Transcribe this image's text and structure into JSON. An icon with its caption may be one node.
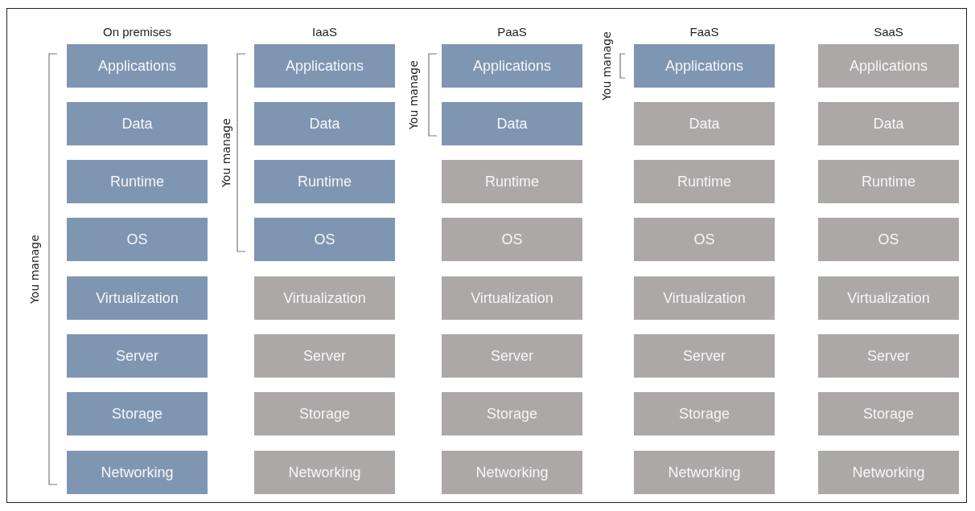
{
  "diagram": {
    "nodes": [
      {
        "text": [
          "Applications"
        ]
      },
      {
        "text": [
          "Data"
        ]
      },
      {
        "text": [
          "Runtime"
        ]
      },
      {
        "text": [
          "OS"
        ]
      },
      {
        "text": [
          "Virtualization"
        ]
      },
      {
        "text": [
          "Server"
        ]
      },
      {
        "text": [
          "Storage"
        ]
      },
      {
        "text": [
          "Networking"
        ]
      },
      {
        "text": [
          "Applications"
        ]
      },
      {
        "text": [
          "Data"
        ]
      },
      {
        "text": [
          "Runtime"
        ]
      },
      {
        "text": [
          "OS"
        ]
      },
      {
        "text": [
          "Virtualization"
        ]
      },
      {
        "text": [
          "Server"
        ]
      },
      {
        "text": [
          "Storage"
        ]
      },
      {
        "text": [
          "Networking"
        ]
      },
      {
        "text": [
          "Applications"
        ]
      },
      {
        "text": [
          "Data"
        ]
      },
      {
        "text": [
          "Runtime"
        ]
      },
      {
        "text": [
          "OS"
        ]
      },
      {
        "text": [
          "Virtualization"
        ]
      },
      {
        "text": [
          "Server"
        ]
      },
      {
        "text": [
          "Storage"
        ]
      },
      {
        "text": [
          "Networking"
        ]
      },
      {
        "text": [
          "Applications"
        ]
      },
      {
        "text": [
          "Data"
        ]
      },
      {
        "text": [
          "Runtime"
        ]
      },
      {
        "text": [
          "OS"
        ]
      },
      {
        "text": [
          "Virtualization"
        ]
      },
      {
        "text": [
          "Server"
        ]
      },
      {
        "text": [
          "Storage"
        ]
      },
      {
        "text": [
          "Networking"
        ]
      },
      {
        "text": [
          "Applications"
        ]
      },
      {
        "text": [
          "Data"
        ]
      },
      {
        "text": [
          "Runtime"
        ]
      },
      {
        "text": [
          "OS"
        ]
      },
      {
        "text": [
          "Virtualization"
        ]
      },
      {
        "text": [
          "Server"
        ]
      },
      {
        "text": [
          "Storage"
        ]
      },
      {
        "text": [
          "Networking"
        ]
      }
    ],
    "labels": [
      "On premises",
      "IaaS",
      "PaaS",
      "FaaS",
      "SaaS",
      "You manage",
      "You manage",
      "You manage",
      "You manage"
    ]
  }
}
